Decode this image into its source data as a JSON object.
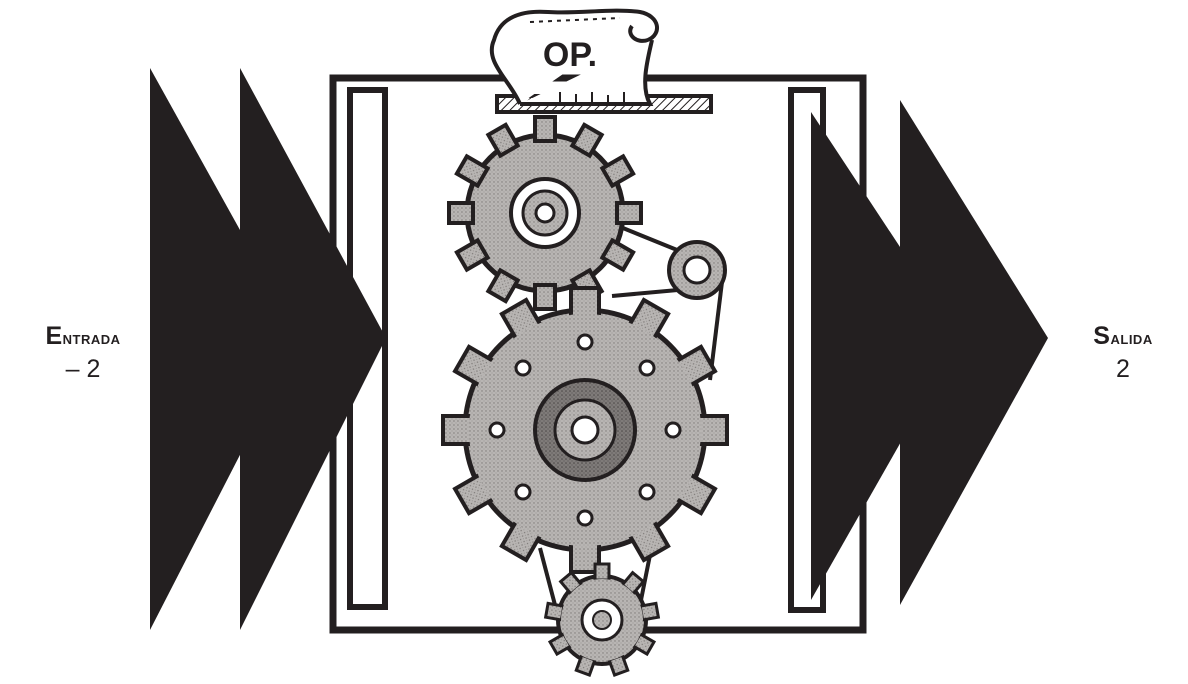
{
  "diagram": {
    "operation_label": "OP.",
    "input": {
      "title": "Entrada",
      "value": "– 2"
    },
    "output": {
      "title": "Salida",
      "value": "2"
    }
  },
  "colors": {
    "ink": "#231f20",
    "gear_fill": "#a9a6a4",
    "gear_dark": "#6f6b69",
    "paper": "#ffffff"
  },
  "icons": [
    "input-arrow-icon",
    "output-arrow-icon",
    "gear-icon",
    "pulley-icon",
    "paper-scroll-icon"
  ]
}
